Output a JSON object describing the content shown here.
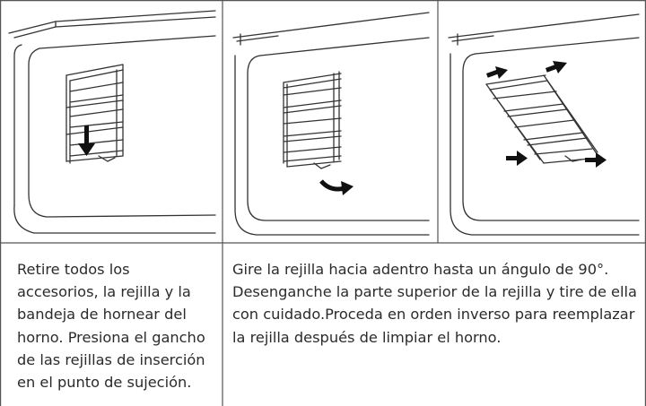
{
  "steps": [
    {
      "text": "Retire todos los accesorios, la rejilla y la bandeja de hornear del horno. Presiona el gancho de las rejillas de inserción en el punto de sujeción.",
      "illustration": "rack-press-hook-down"
    },
    {
      "text": "Gire la rejilla hacia adentro hasta un ángulo de 90°. Desenganche la parte superior de la rejilla y tire de ella con cuidado.Proceda en orden inverso para reemplazar la rejilla después de limpiar el horno.",
      "illustrations": [
        "rack-rotate-inward",
        "rack-unhook-pull-out"
      ]
    }
  ],
  "colors": {
    "border": "#555555",
    "line": "#333333",
    "text": "#2b2b2b"
  }
}
